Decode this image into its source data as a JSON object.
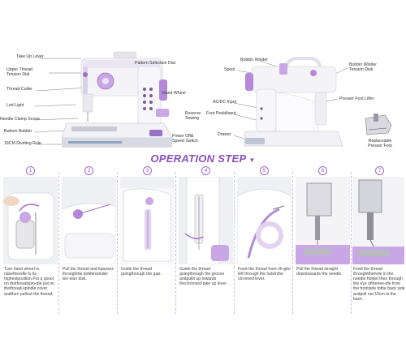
{
  "top_labels": {
    "take_up_lever": "Take Up Lever",
    "upper_thread_tension_dial": "Upper Thread Tension Dial",
    "thread_cutter": "Thread Cutter",
    "led_light": "Led Light",
    "needle_clamp_screw": "Needle Clamp Screw",
    "bottom_bobbin": "Bottom Bobbin",
    "dividing_rule": "18CM Dividing Rule",
    "pattern_selection_dial": "Pattern Selection Dial",
    "hand_wheel": "Hand Wheel",
    "reverse_sewing": "Reverse Sewing",
    "power_speed_switch": "Power Off& Speed Switch",
    "bobbin_winder": "Bobbin Winder",
    "spool": "Spool",
    "bobbin_winder_tension_disk": "Bobbin Winder Tension Disk",
    "presser_foot_lifter": "Presser Foot Lifter",
    "ac_dc_input": "AC/DC Input",
    "foot_pedal_input": "Foot PedalInput",
    "drawer": "Drawer",
    "replaceable_presser_foot": "Replaceable Presser Foot"
  },
  "operation_title": "OPERATION STEP",
  "operation_marker": "▼",
  "steps": [
    {
      "num": "1",
      "text": "Turn hand wheel to raisetheedle to its highestposition.Put a spool on thethreadspin-dle put on thethread-spindle cover andthen pullout the thread."
    },
    {
      "num": "2",
      "text": "Pull the thread and itpasses throughthe bobbinwinder ten-sion disk."
    },
    {
      "num": "3",
      "text": "Guide the thread goingthrough the gap."
    },
    {
      "num": "4",
      "text": "Guide the thread goingthrough the groove andpullit up towards thechromed-take up lever."
    },
    {
      "num": "5",
      "text": "Feed the thread from rih-gtto left through the holeinthe chromed lever."
    },
    {
      "num": "6",
      "text": "Pull the thread straight downtowards the needle."
    },
    {
      "num": "7",
      "text": "Feed the thread throughtthehole in the needle holder;then through the eye ofthenee-dle from the frontside tothe back side andpull out 10cm to the back."
    }
  ],
  "colors": {
    "accent": "#8a4ec3",
    "machine_body": "#f4f4f8",
    "machine_purple": "#b48ad8",
    "step_bg": "#ece4f4"
  }
}
